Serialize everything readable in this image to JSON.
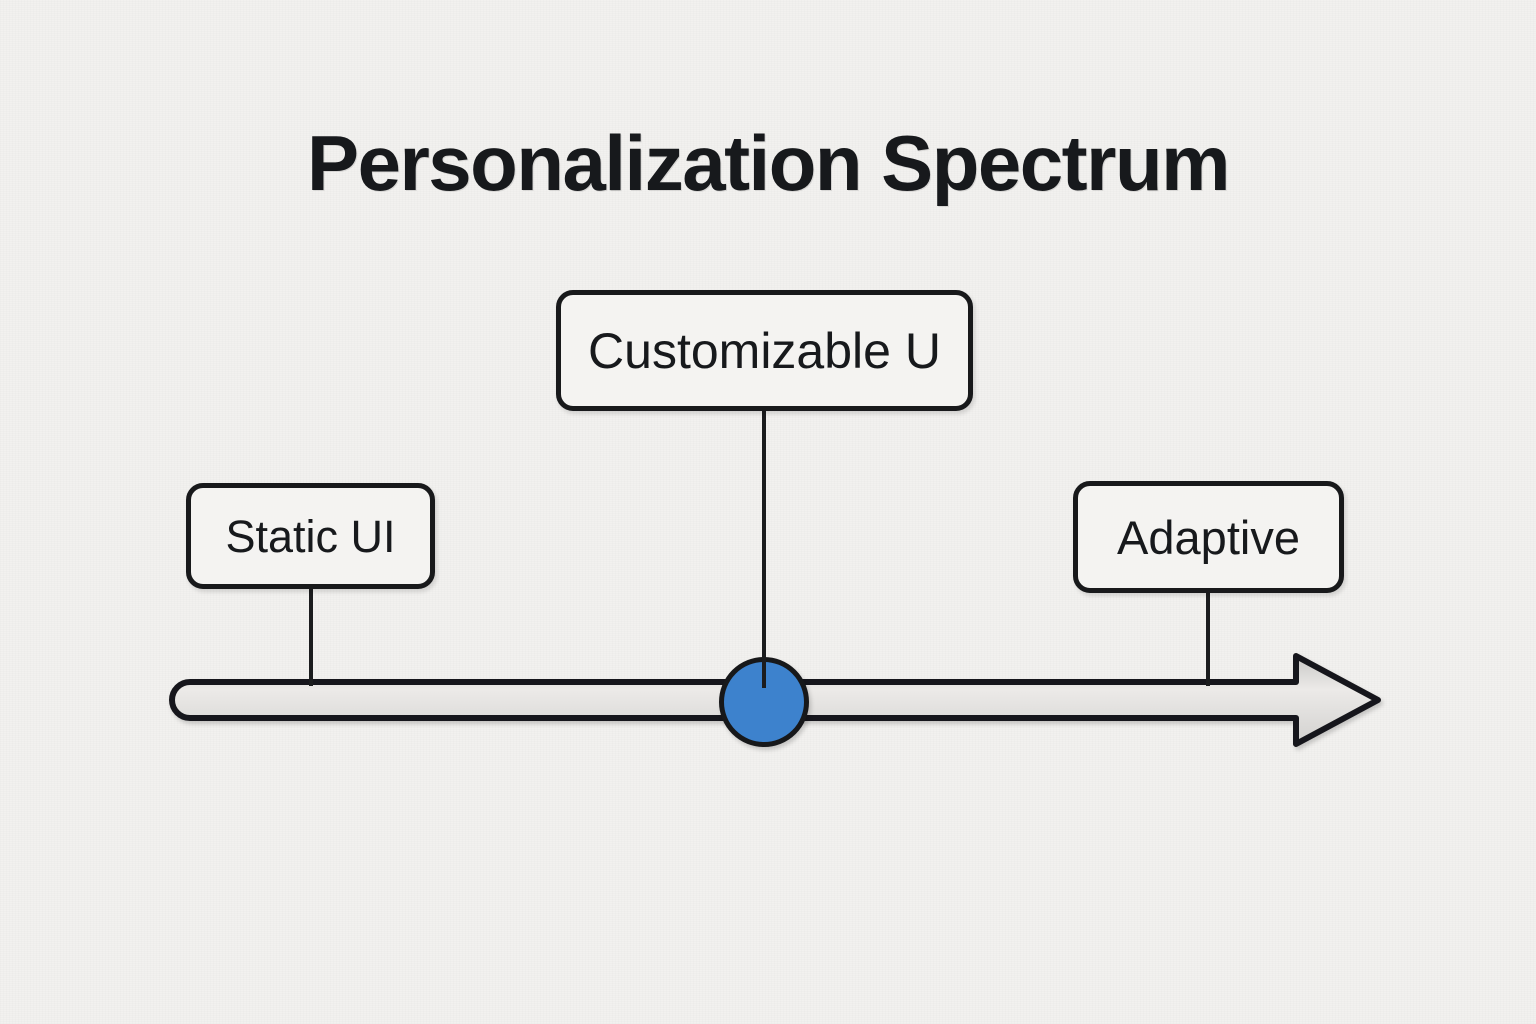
{
  "diagram": {
    "title": "Personalization Spectrum",
    "background_color": "#f2f1ef",
    "stroke_color": "#18191b",
    "accent_color": "#3d82cd",
    "bar_fill": "#dedddb",
    "nodes": [
      {
        "id": "static",
        "label": "Static UI",
        "position": "left"
      },
      {
        "id": "custom",
        "label": "Customizable U",
        "position": "center"
      },
      {
        "id": "adaptive",
        "label": "Adaptive",
        "position": "right"
      }
    ],
    "axis": {
      "type": "arrow",
      "direction": "left-to-right",
      "marker": {
        "name": "spectrum-marker",
        "shape": "circle",
        "color": "#3d82cd",
        "attached_node": "custom"
      }
    }
  }
}
